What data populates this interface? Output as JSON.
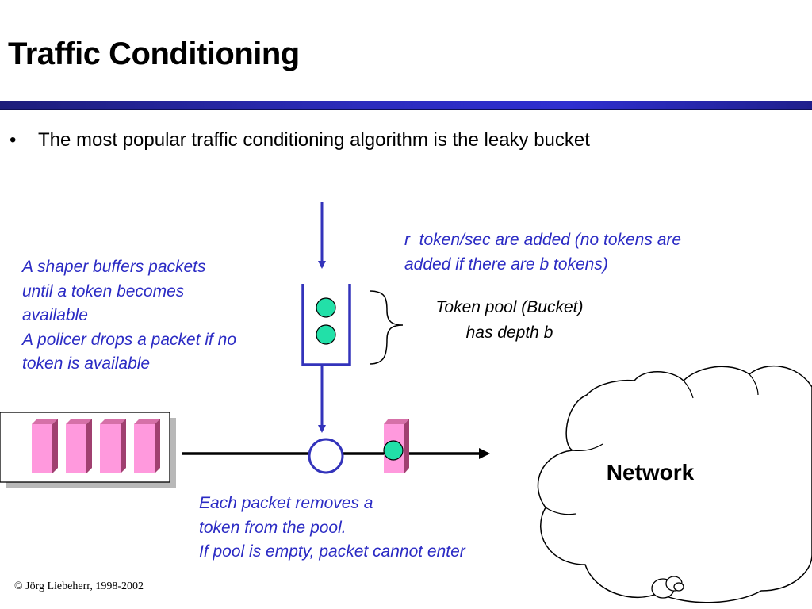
{
  "slide": {
    "title": "Traffic Conditioning",
    "bullet_marker": "•",
    "bullet_text": "The most popular traffic conditioning algorithm is the leaky bucket"
  },
  "diagram": {
    "shaper_note": [
      "A shaper buffers packets",
      "until a token becomes",
      "available",
      "A policer drops a packet if no",
      "token is available"
    ],
    "token_rate_note": [
      "r  token/sec are added (no tokens are",
      "added if there are b tokens)"
    ],
    "token_pool_note": [
      "Token pool (Bucket)",
      "has depth b"
    ],
    "packet_note": [
      "Each packet removes a",
      "token from the pool.",
      "If pool is empty, packet cannot enter"
    ],
    "network_label": "Network",
    "tokens_in_bucket": 2,
    "queued_packets": 4
  },
  "footer": {
    "copyright": "© Jörg Liebeherr, 1998-2002"
  },
  "colors": {
    "annotation_blue": "#2b2bc4",
    "diagram_blue": "#3333bb",
    "token_green": "#22e0a8",
    "packet_pink": "#ff99dd",
    "packet_shade": "#a04070",
    "title_bar": "#2c2cbd"
  }
}
